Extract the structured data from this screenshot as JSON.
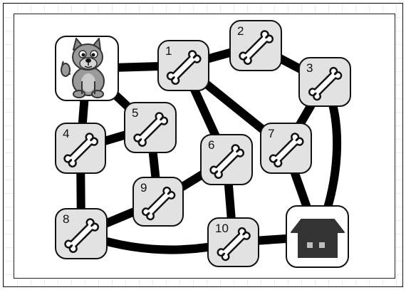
{
  "puzzle": {
    "start": {
      "icon": "dog-icon"
    },
    "goal": {
      "icon": "house-icon"
    },
    "nodes": [
      {
        "id": "1",
        "label": "1",
        "icon": "bone-icon"
      },
      {
        "id": "2",
        "label": "2",
        "icon": "bone-icon"
      },
      {
        "id": "3",
        "label": "3",
        "icon": "bone-icon"
      },
      {
        "id": "4",
        "label": "4",
        "icon": "bone-icon"
      },
      {
        "id": "5",
        "label": "5",
        "icon": "bone-icon"
      },
      {
        "id": "6",
        "label": "6",
        "icon": "bone-icon"
      },
      {
        "id": "7",
        "label": "7",
        "icon": "bone-icon"
      },
      {
        "id": "8",
        "label": "8",
        "icon": "bone-icon"
      },
      {
        "id": "9",
        "label": "9",
        "icon": "bone-icon"
      },
      {
        "id": "10",
        "label": "10",
        "icon": "bone-icon"
      }
    ],
    "edges": [
      [
        "start",
        "1"
      ],
      [
        "start",
        "4"
      ],
      [
        "start",
        "5"
      ],
      [
        "1",
        "2"
      ],
      [
        "1",
        "6"
      ],
      [
        "1",
        "7"
      ],
      [
        "2",
        "3"
      ],
      [
        "3",
        "7"
      ],
      [
        "3",
        "goal"
      ],
      [
        "4",
        "5"
      ],
      [
        "4",
        "8"
      ],
      [
        "5",
        "9"
      ],
      [
        "6",
        "9"
      ],
      [
        "6",
        "10"
      ],
      [
        "7",
        "goal"
      ],
      [
        "8",
        "9"
      ],
      [
        "8",
        "10"
      ],
      [
        "10",
        "goal"
      ]
    ]
  }
}
